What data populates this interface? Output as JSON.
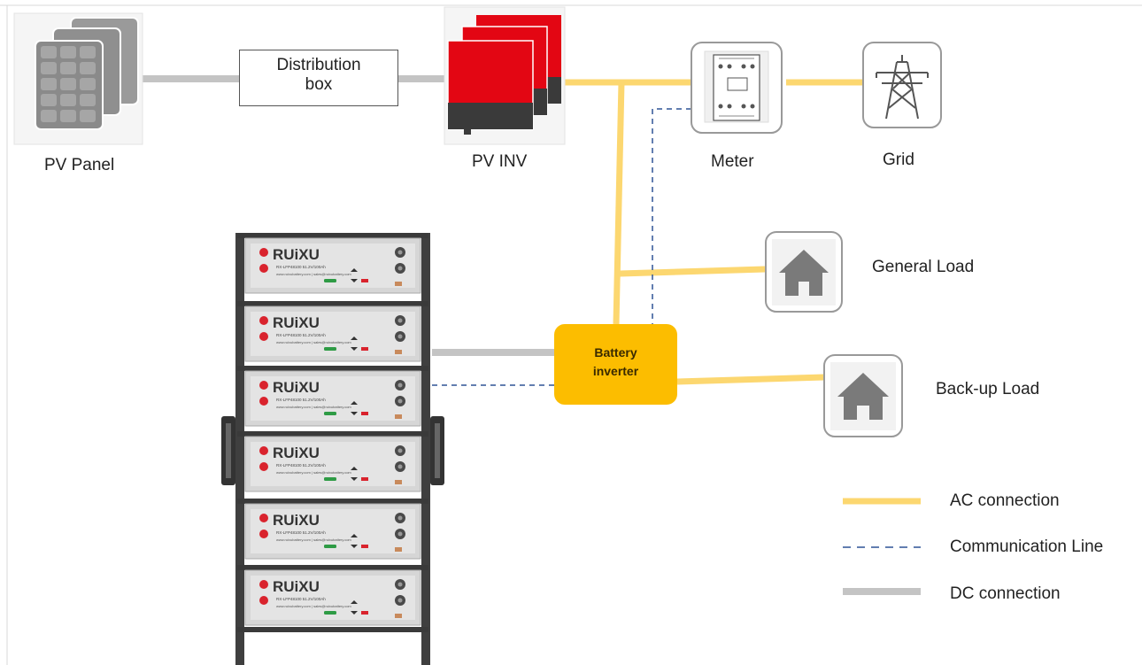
{
  "components": {
    "pv_panel": {
      "label": "PV Panel"
    },
    "distribution_box": {
      "line1": "Distribution",
      "line2": "box"
    },
    "pv_inverter": {
      "label": "PV INV"
    },
    "meter": {
      "label": "Meter"
    },
    "grid": {
      "label": "Grid"
    },
    "general_load": {
      "label": "General Load"
    },
    "backup_load": {
      "label": "Back-up Load"
    },
    "battery_inverter": {
      "line1": "Battery",
      "line2": "inverter"
    }
  },
  "battery_modules": {
    "brand": "RUiXU",
    "model_text": "RX-LFP48100  51.2V/100Ah",
    "web_text": "www.ruixubattery.com  |  sales@ruixubattery.com",
    "count": 6
  },
  "legend": {
    "ac": "AC connection",
    "comm": "Communication Line",
    "dc": "DC connection"
  },
  "colors": {
    "ac_line": "#fcd770",
    "dc_line": "#c4c4c4",
    "comm_line": "#2f5496",
    "battery_inverter": "#fcbd00",
    "pv_inv_red": "#e30613",
    "pv_inv_dark": "#3a3a3a",
    "panel_gray": "#8a8a8a"
  }
}
